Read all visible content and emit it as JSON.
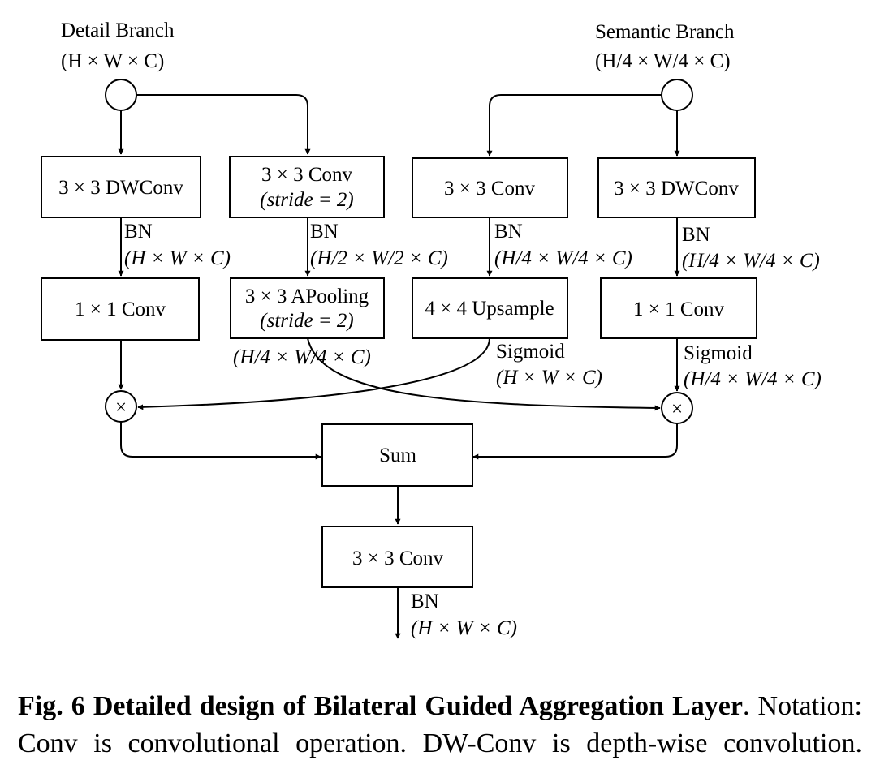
{
  "branches": {
    "detail": {
      "title": "Detail Branch",
      "dims": "(H × W × C)"
    },
    "semantic": {
      "title": "Semantic Branch",
      "dims": "(H/4 × W/4 × C)"
    }
  },
  "boxes": {
    "detail_dwconv": "3 × 3 DWConv",
    "detail_conv_line1": "3 × 3 Conv",
    "detail_conv_line2": "(stride = 2)",
    "semantic_conv": "3 × 3 Conv",
    "semantic_dwconv": "3 × 3 DWConv",
    "detail_1x1": "1 × 1 Conv",
    "apooling_line1": "3 × 3 APooling",
    "apooling_line2": "(stride = 2)",
    "upsample": "4 × 4 Upsample",
    "semantic_1x1": "1 × 1 Conv",
    "sum": "Sum",
    "final_conv": "3 × 3 Conv"
  },
  "edge_labels": {
    "bn1": "BN",
    "dim1": "(H × W × C)",
    "bn2": "BN",
    "dim2": "(H/2 × W/2 × C)",
    "bn3": "BN",
    "dim3": "(H/4 × W/4 × C)",
    "bn4": "BN",
    "dim4": "(H/4 × W/4 × C)",
    "apool_dim": "(H/4 × W/4 × C)",
    "sig1": "Sigmoid",
    "sig1_dim": "(H × W × C)",
    "sig2": "Sigmoid",
    "sig2_dim": "(H/4 × W/4 × C)",
    "bn_out": "BN",
    "out_dim": "(H × W × C)"
  },
  "multiply_symbol": "×",
  "caption": {
    "fig": "Fig. 6",
    "title": "Detailed design of Bilateral Guided Aggregation Layer",
    "text": ". Notation: Conv is convolutional operation. DW-Conv is depth-wise convolution. APooling is average pooling."
  }
}
